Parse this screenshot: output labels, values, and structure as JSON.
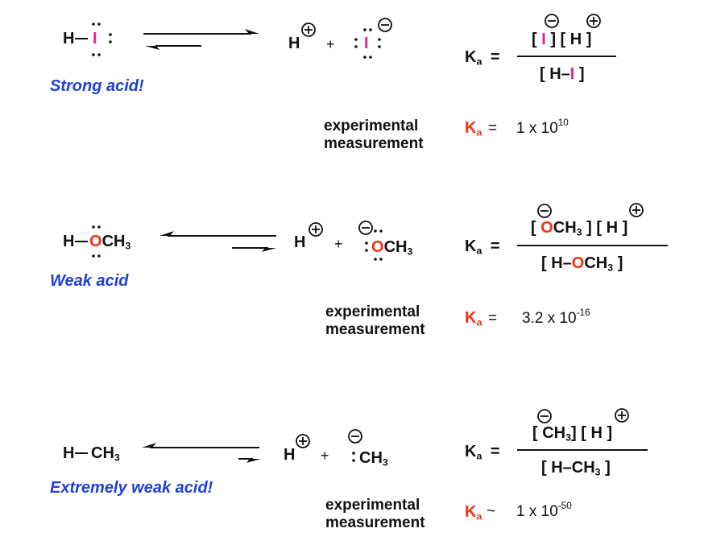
{
  "colors": {
    "label": "#1f3fd6",
    "ka_symbol": "#ee3412",
    "iodine": "#ec1d8c",
    "oxygen": "#ee3412",
    "text": "#111111"
  },
  "equilibria": [
    {
      "acid_label": "Strong acid!",
      "reactant": {
        "h": "H",
        "atom": "I"
      },
      "products": {
        "proton": "H",
        "plus": "+",
        "base_atom": "I"
      },
      "ka_expression": {
        "ka": "K",
        "ka_sub": "a",
        "relation": "=",
        "numerator_anion": "I",
        "numerator_proton": "H",
        "denominator_h": "H–",
        "denominator_atom": "I"
      },
      "measurement": {
        "label_line1": "experimental",
        "label_line2": "measurement",
        "ka": "K",
        "ka_sub": "a",
        "relation": "=",
        "mantissa": "1 x 10",
        "exponent": "10"
      }
    },
    {
      "acid_label": "Weak acid",
      "reactant": {
        "h": "H",
        "atom": "O",
        "rest": "CH",
        "rest_sub": "3"
      },
      "products": {
        "proton": "H",
        "plus": "+",
        "base_atom": "O",
        "base_rest": "CH",
        "base_rest_sub": "3"
      },
      "ka_expression": {
        "ka": "K",
        "ka_sub": "a",
        "relation": "=",
        "numerator_anion_atom": "O",
        "numerator_anion_rest": "CH",
        "numerator_anion_sub": "3",
        "numerator_proton": "H",
        "denominator_h": "H–",
        "denominator_atom": "O",
        "denominator_rest": "CH",
        "denominator_sub": "3"
      },
      "measurement": {
        "label_line1": "experimental",
        "label_line2": "measurement",
        "ka": "K",
        "ka_sub": "a",
        "relation": "=",
        "mantissa": "3.2 x 10",
        "exponent": "-16"
      }
    },
    {
      "acid_label": "Extremely weak acid!",
      "reactant": {
        "formula": "H",
        "rest": "CH",
        "rest_sub": "3"
      },
      "products": {
        "proton": "H",
        "plus": "+",
        "base": "CH",
        "base_sub": "3"
      },
      "ka_expression": {
        "ka": "K",
        "ka_sub": "a",
        "relation": "=",
        "numerator_anion": "CH",
        "numerator_anion_sub": "3",
        "numerator_proton": "H",
        "denominator": "H–CH",
        "denominator_sub": "3"
      },
      "measurement": {
        "label_line1": "experimental",
        "label_line2": "measurement",
        "ka": "K",
        "ka_sub": "a",
        "relation": "~",
        "mantissa": "1 x 10",
        "exponent": "-50"
      }
    }
  ]
}
